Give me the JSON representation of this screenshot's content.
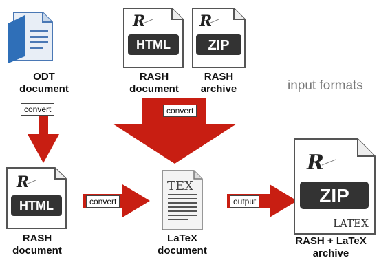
{
  "inputs_label": "input formats",
  "nodes": {
    "odt": {
      "line1": "ODT",
      "line2": "document"
    },
    "rash_in": {
      "line1": "RASH",
      "line2": "document",
      "badge": "HTML"
    },
    "rash_archive_in": {
      "line1": "RASH",
      "line2": "archive",
      "badge": "ZIP"
    },
    "rash_mid": {
      "line1": "RASH",
      "line2": "document",
      "badge": "HTML"
    },
    "latex": {
      "line1": "LaTeX",
      "line2": "document",
      "badge": "TEX"
    },
    "rash_latex_out": {
      "line1": "RASH + LaTeX",
      "line2": "archive",
      "badge": "ZIP",
      "sub_badge": "LATEX"
    }
  },
  "edges": {
    "odt_to_rash": "convert",
    "inputs_to_latex": "convert",
    "rash_to_latex": "convert",
    "latex_to_archive": "output"
  },
  "colors": {
    "arrow": "#c81e12",
    "icon_border": "#555555",
    "badge": "#333333"
  }
}
